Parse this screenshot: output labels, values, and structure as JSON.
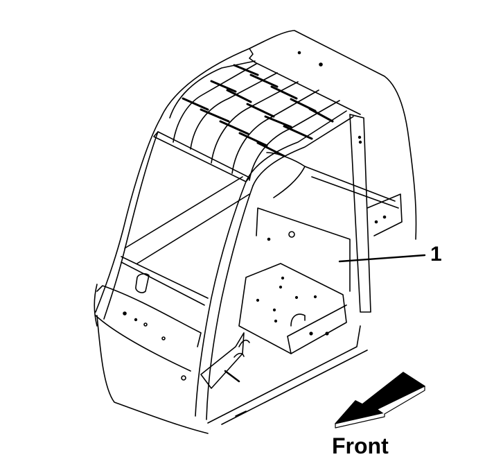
{
  "figure": {
    "subject": "cab frame (isometric line drawing)",
    "callouts": [
      {
        "number": "1",
        "target": "rear panel"
      }
    ],
    "direction_arrow": {
      "label": "Front",
      "icon": "front-direction-arrow-icon"
    },
    "colors": {
      "line": "#000000",
      "background": "#ffffff"
    }
  }
}
